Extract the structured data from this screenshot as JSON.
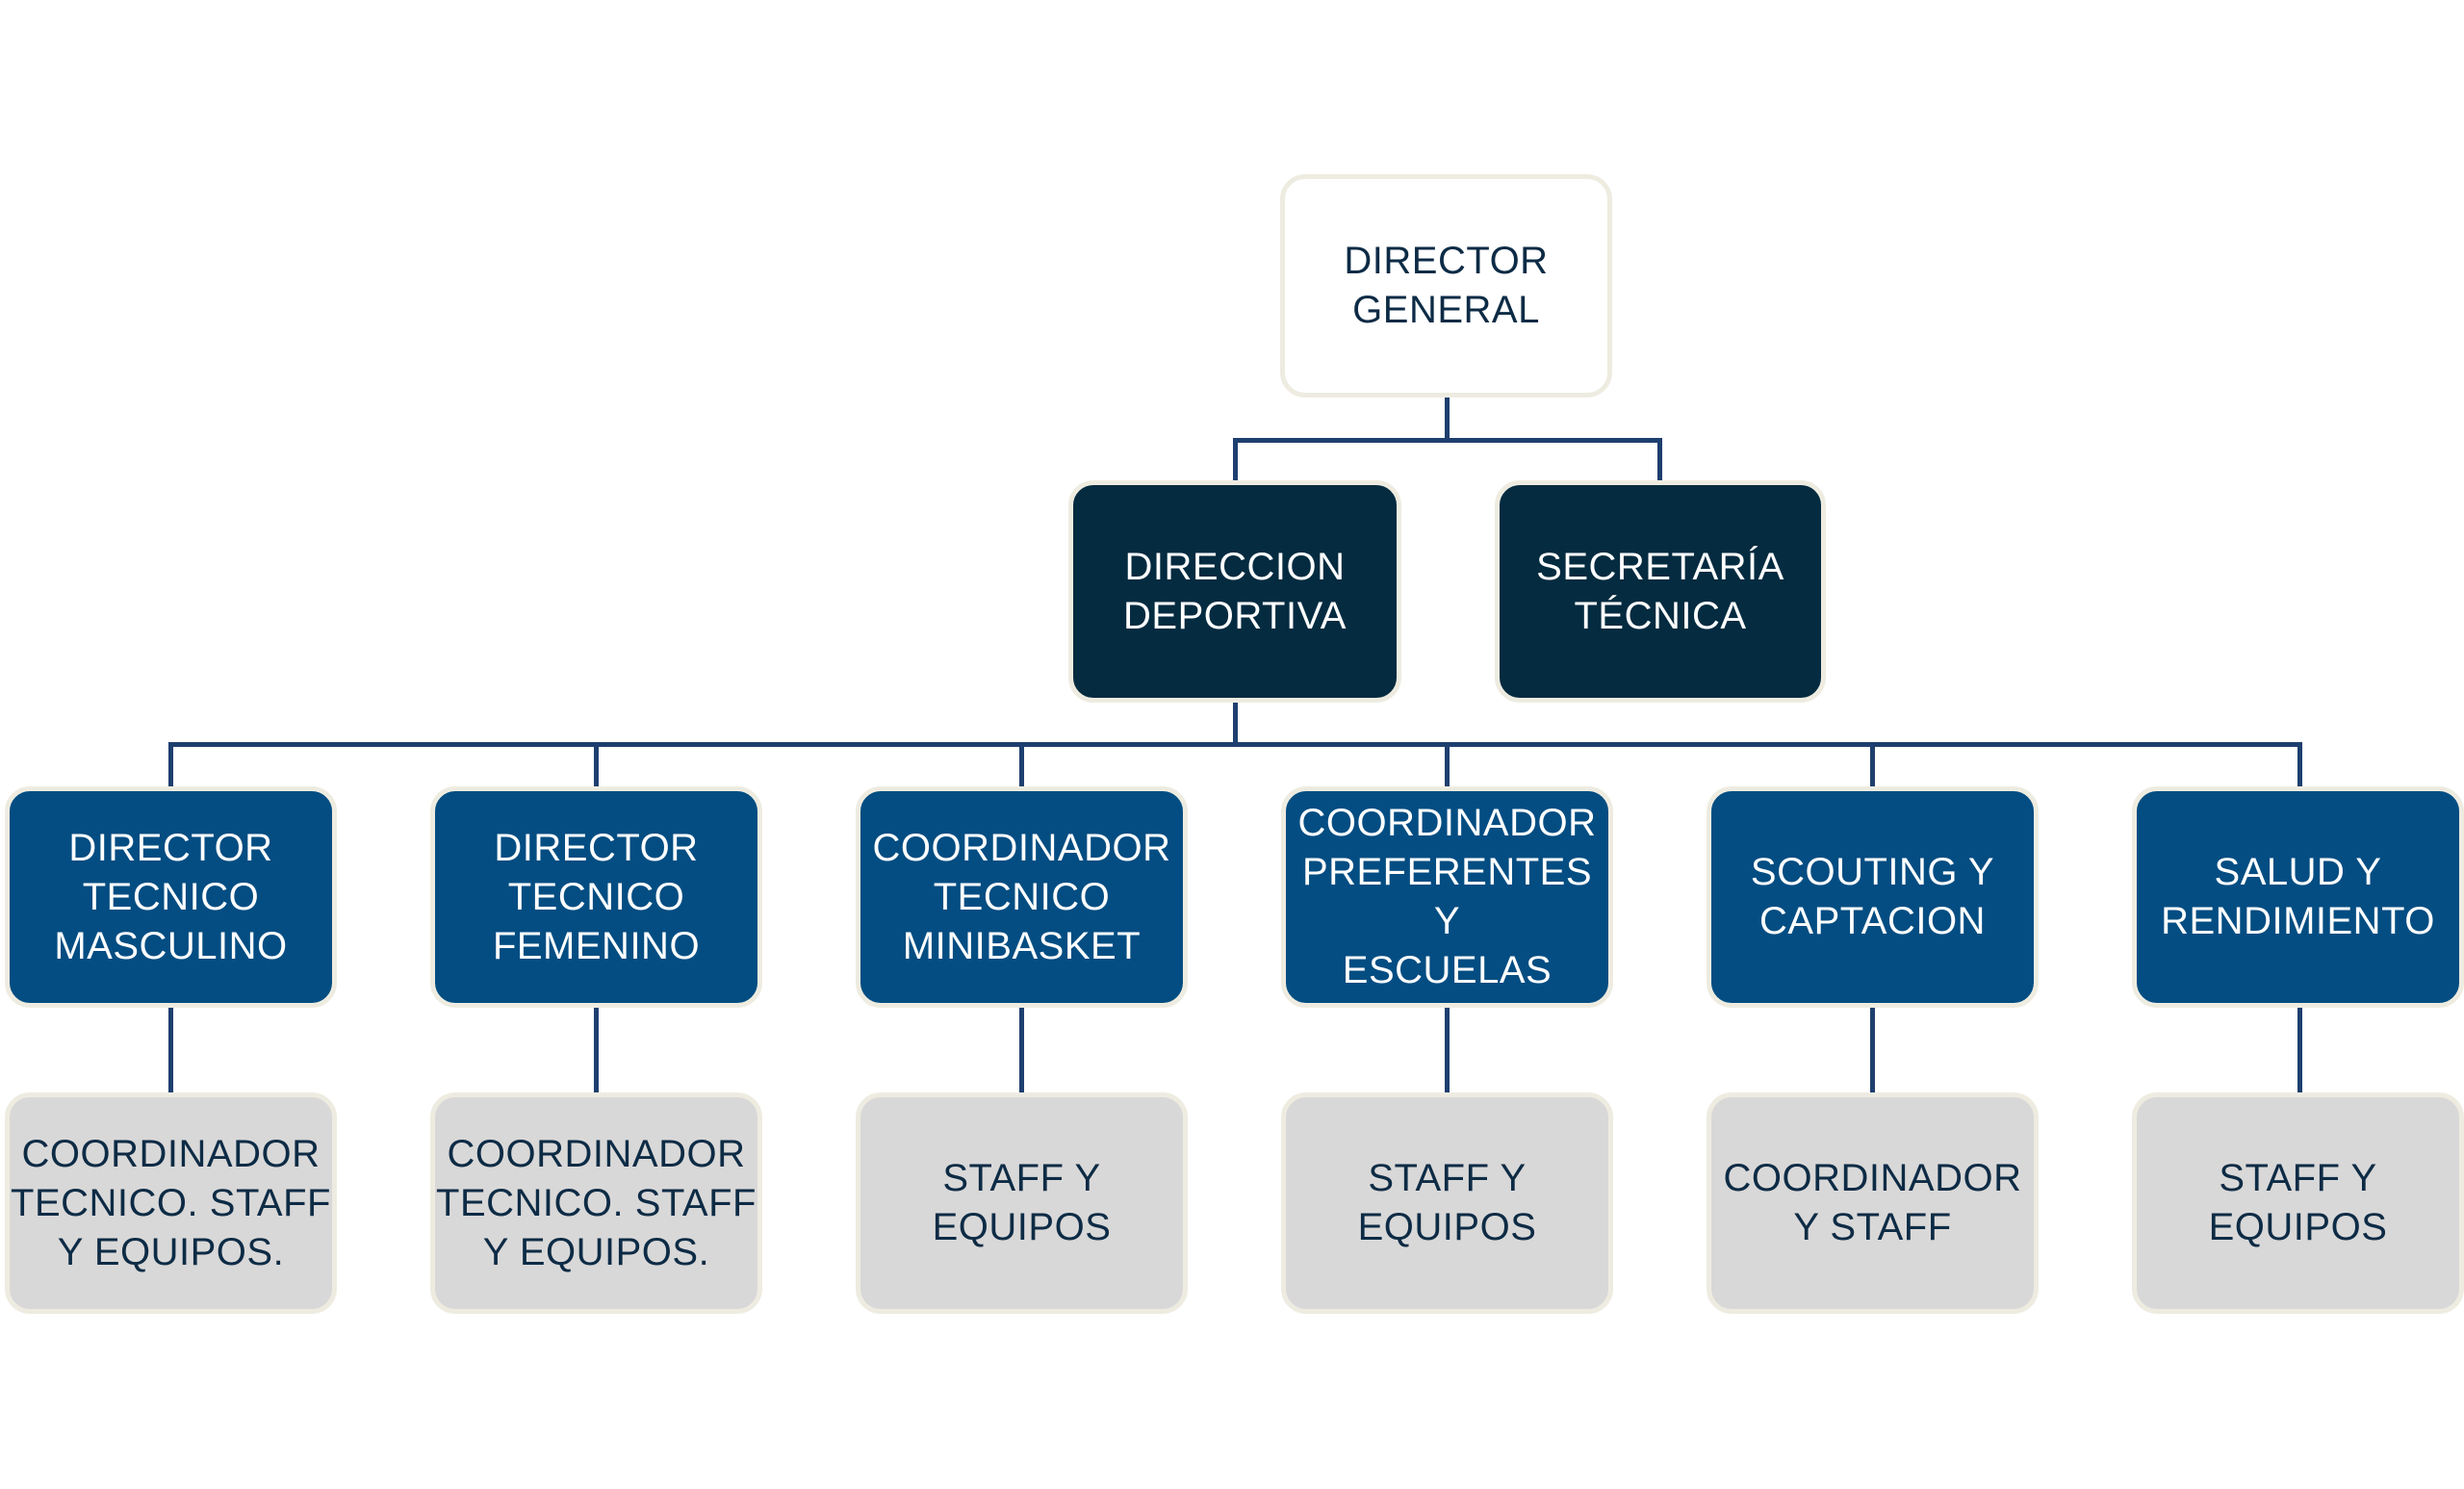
{
  "chart": {
    "root": {
      "id": "director-general",
      "label": "DIRECTOR\nGENERAL"
    },
    "level1": [
      {
        "id": "direccion-deportiva",
        "label": "DIRECCION\nDEPORTIVA"
      },
      {
        "id": "secretaria-tecnica",
        "label": "SECRETARÍA\nTÉCNICA"
      }
    ],
    "level2": [
      {
        "id": "director-tecnico-masculino",
        "label": "DIRECTOR\nTECNICO\nMASCULINO"
      },
      {
        "id": "director-tecnico-femenino",
        "label": "DIRECTOR\nTECNICO\nFEMENINO"
      },
      {
        "id": "coordinador-tecnico-minibasket",
        "label": "COORDINADOR\nTECNICO\nMINIBASKET"
      },
      {
        "id": "coordinador-preferentes-escuelas",
        "label": "COORDINADOR\nPREFERENTES Y\nESCUELAS"
      },
      {
        "id": "scouting-captacion",
        "label": "SCOUTING Y\nCAPTACION"
      },
      {
        "id": "salud-rendimiento",
        "label": "SALUD Y\nRENDIMIENTO"
      }
    ],
    "level3": [
      {
        "id": "masculino-staff",
        "label": "COORDINADOR\nTECNICO. STAFF\nY EQUIPOS."
      },
      {
        "id": "femenino-staff",
        "label": "COORDINADOR\nTECNICO. STAFF\nY EQUIPOS."
      },
      {
        "id": "minibasket-staff",
        "label": "STAFF Y\nEQUIPOS"
      },
      {
        "id": "preferentes-staff",
        "label": "STAFF Y\nEQUIPOS"
      },
      {
        "id": "scouting-staff",
        "label": "COORDINADOR\nY STAFF"
      },
      {
        "id": "salud-staff",
        "label": "STAFF Y\nEQUIPOS"
      }
    ],
    "edges": [
      [
        "director-general",
        "direccion-deportiva"
      ],
      [
        "director-general",
        "secretaria-tecnica"
      ],
      [
        "direccion-deportiva",
        "director-tecnico-masculino"
      ],
      [
        "direccion-deportiva",
        "director-tecnico-femenino"
      ],
      [
        "direccion-deportiva",
        "coordinador-tecnico-minibasket"
      ],
      [
        "direccion-deportiva",
        "coordinador-preferentes-escuelas"
      ],
      [
        "direccion-deportiva",
        "scouting-captacion"
      ],
      [
        "direccion-deportiva",
        "salud-rendimiento"
      ],
      [
        "director-tecnico-masculino",
        "masculino-staff"
      ],
      [
        "director-tecnico-femenino",
        "femenino-staff"
      ],
      [
        "coordinador-tecnico-minibasket",
        "minibasket-staff"
      ],
      [
        "coordinador-preferentes-escuelas",
        "preferentes-staff"
      ],
      [
        "scouting-captacion",
        "scouting-staff"
      ],
      [
        "salud-rendimiento",
        "salud-staff"
      ]
    ],
    "colors": {
      "root_fill": "#FFFFFF",
      "level1_fill": "#042B40",
      "level2_fill": "#034D82",
      "level3_fill": "#D9D8D8",
      "connector": "#1E3F6F",
      "border": "#EEECE1",
      "dark_text": "#0D2B45"
    }
  }
}
